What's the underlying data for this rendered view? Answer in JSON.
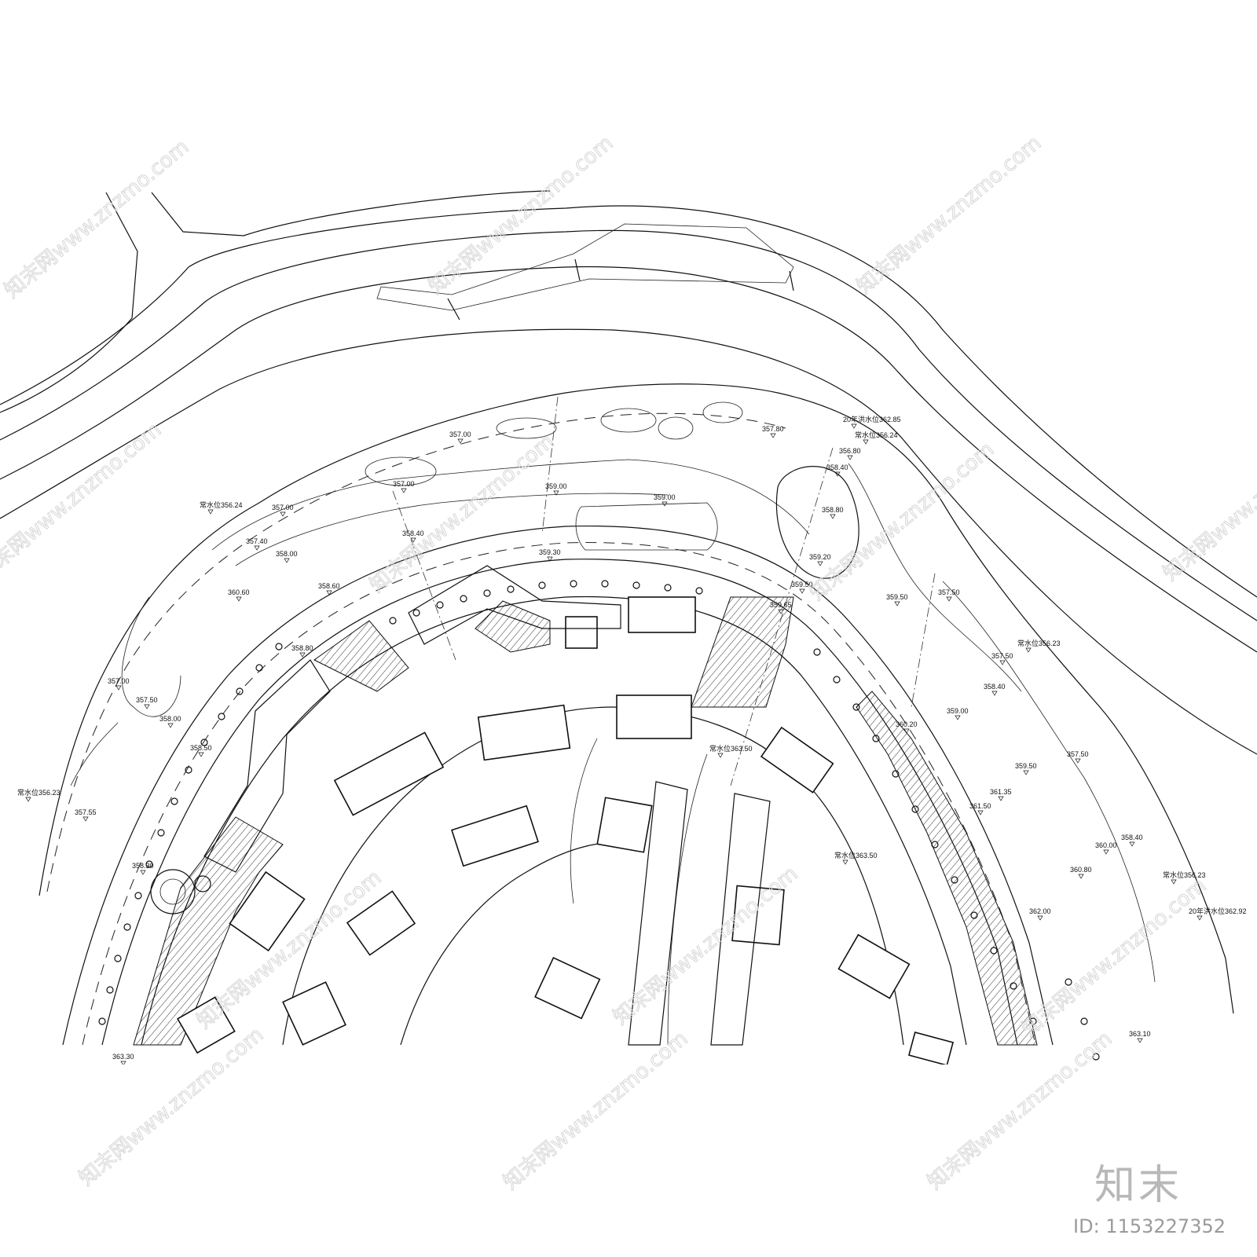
{
  "elevation_labels": [
    {
      "id": "e1",
      "text": "357.00"
    },
    {
      "id": "e2",
      "text": "357.00"
    },
    {
      "id": "e3",
      "text": "358.40"
    },
    {
      "id": "e4",
      "text": "359.00"
    },
    {
      "id": "e5",
      "text": "359.00"
    },
    {
      "id": "e6",
      "text": "357.80"
    },
    {
      "id": "e7",
      "text": "356.80"
    },
    {
      "id": "e8",
      "text": "358.40"
    },
    {
      "id": "e9",
      "text": "358.80"
    },
    {
      "id": "e10",
      "text": "357.00"
    },
    {
      "id": "e11",
      "text": "357.40"
    },
    {
      "id": "e12",
      "text": "358.00"
    },
    {
      "id": "e13",
      "text": "358.60"
    },
    {
      "id": "e14",
      "text": "359.30"
    },
    {
      "id": "e15",
      "text": "359.20"
    },
    {
      "id": "e16",
      "text": "359.50"
    },
    {
      "id": "e17",
      "text": "359.65"
    },
    {
      "id": "e18",
      "text": "359.50"
    },
    {
      "id": "e19",
      "text": "357.50"
    },
    {
      "id": "e20",
      "text": "360.60"
    },
    {
      "id": "e21",
      "text": "358.80"
    },
    {
      "id": "e22",
      "text": "357.00"
    },
    {
      "id": "e23",
      "text": "357.50"
    },
    {
      "id": "e24",
      "text": "358.00"
    },
    {
      "id": "e25",
      "text": "358.50"
    },
    {
      "id": "e26",
      "text": "357.55"
    },
    {
      "id": "e27",
      "text": "358.30"
    },
    {
      "id": "e28",
      "text": "357.50"
    },
    {
      "id": "e29",
      "text": "358.40"
    },
    {
      "id": "e30",
      "text": "359.00"
    },
    {
      "id": "e31",
      "text": "360.20"
    },
    {
      "id": "e32",
      "text": "357.50"
    },
    {
      "id": "e33",
      "text": "359.50"
    },
    {
      "id": "e34",
      "text": "361.35"
    },
    {
      "id": "e35",
      "text": "361.50"
    },
    {
      "id": "e36",
      "text": "358.40"
    },
    {
      "id": "e37",
      "text": "360.00"
    },
    {
      "id": "e38",
      "text": "360.80"
    },
    {
      "id": "e39",
      "text": "362.00"
    },
    {
      "id": "e40",
      "text": "363.30"
    },
    {
      "id": "e41",
      "text": "363.10"
    }
  ],
  "water_level_labels": [
    {
      "id": "w1",
      "text": "常水位356.24"
    },
    {
      "id": "w2",
      "text": "常水位356.23"
    },
    {
      "id": "w3",
      "text": "20年洪水位362.85"
    },
    {
      "id": "w4",
      "text": "常水位356.24"
    },
    {
      "id": "w5",
      "text": "常水位356.23"
    },
    {
      "id": "w6",
      "text": "常水位363.50"
    },
    {
      "id": "w7",
      "text": "常水位363.50"
    },
    {
      "id": "w8",
      "text": "常水位356.23"
    },
    {
      "id": "w9",
      "text": "20年洪水位362.92"
    }
  ],
  "watermark": {
    "repeat_text": "知末网www.znzmo.com",
    "brand": "知末",
    "id_text": "ID: 1153227352"
  }
}
